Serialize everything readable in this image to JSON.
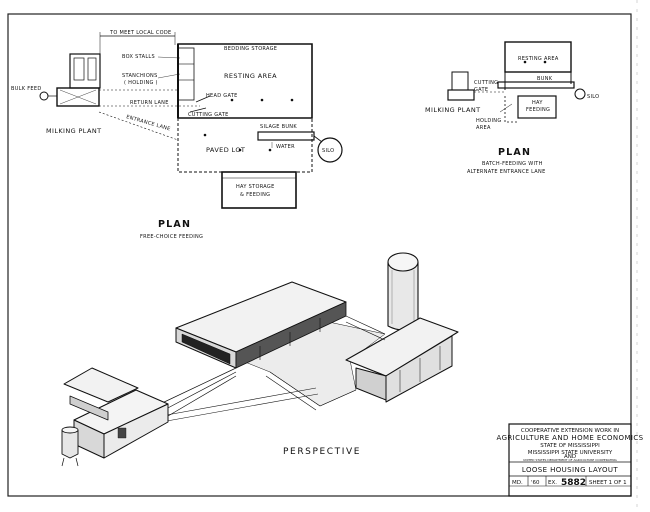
{
  "plan_free_choice": {
    "to_meet_code": "TO MEET LOCAL CODE",
    "bulk_feed": "BULK FEED",
    "box_stalls": "BOX STALLS",
    "stanchions": "STANCHIONS",
    "holding": "( HOLDING )",
    "bedding_storage": "BEDDING STORAGE",
    "resting_area": "RESTING AREA",
    "head_gate": "HEAD GATE",
    "return_lane": "RETURN LANE",
    "cutting_gate": "CUTTING GATE",
    "entrance_lane": "ENTRANCE LANE",
    "milking_plant": "MILKING PLANT",
    "silage_bunk": "SILAGE BUNK",
    "water": "WATER",
    "silo": "SILO",
    "paved_lot": "PAVED LOT",
    "hay_storage_1": "HAY STORAGE",
    "hay_storage_2": "& FEEDING",
    "plan_title": "PLAN",
    "plan_subtitle": "FREE-CHOICE FEEDING"
  },
  "plan_batch": {
    "resting_area": "RESTING AREA",
    "bunk": "BUNK",
    "cutting_gate_1": "CUTTING",
    "cutting_gate_2": "GATE",
    "silo": "SILO",
    "milking_plant": "MILKING PLANT",
    "hay_feeding_1": "HAY",
    "hay_feeding_2": "FEEDING",
    "holding_area_1": "HOLDING",
    "holding_area_2": "AREA",
    "plan_title": "PLAN",
    "plan_subtitle_1": "BATCH-FEEDING WITH",
    "plan_subtitle_2": "ALTERNATE ENTRANCE LANE"
  },
  "perspective": {
    "label": "PERSPECTIVE"
  },
  "title_block": {
    "line1": "COOPERATIVE EXTENSION WORK IN",
    "line2": "AGRICULTURE AND HOME ECONOMICS",
    "line3": "STATE OF MISSISSIPPI",
    "line4": "MISSISSIPPI STATE UNIVERSITY",
    "line5": "AND",
    "line6": "UNITED STATES DEPARTMENT OF AGRICULTURE COOPERATING",
    "drawing_title": "LOOSE HOUSING LAYOUT",
    "md": "MD.",
    "year": "'60",
    "ex": "EX.",
    "number": "5882",
    "sheet": "SHEET 1 OF 1"
  }
}
